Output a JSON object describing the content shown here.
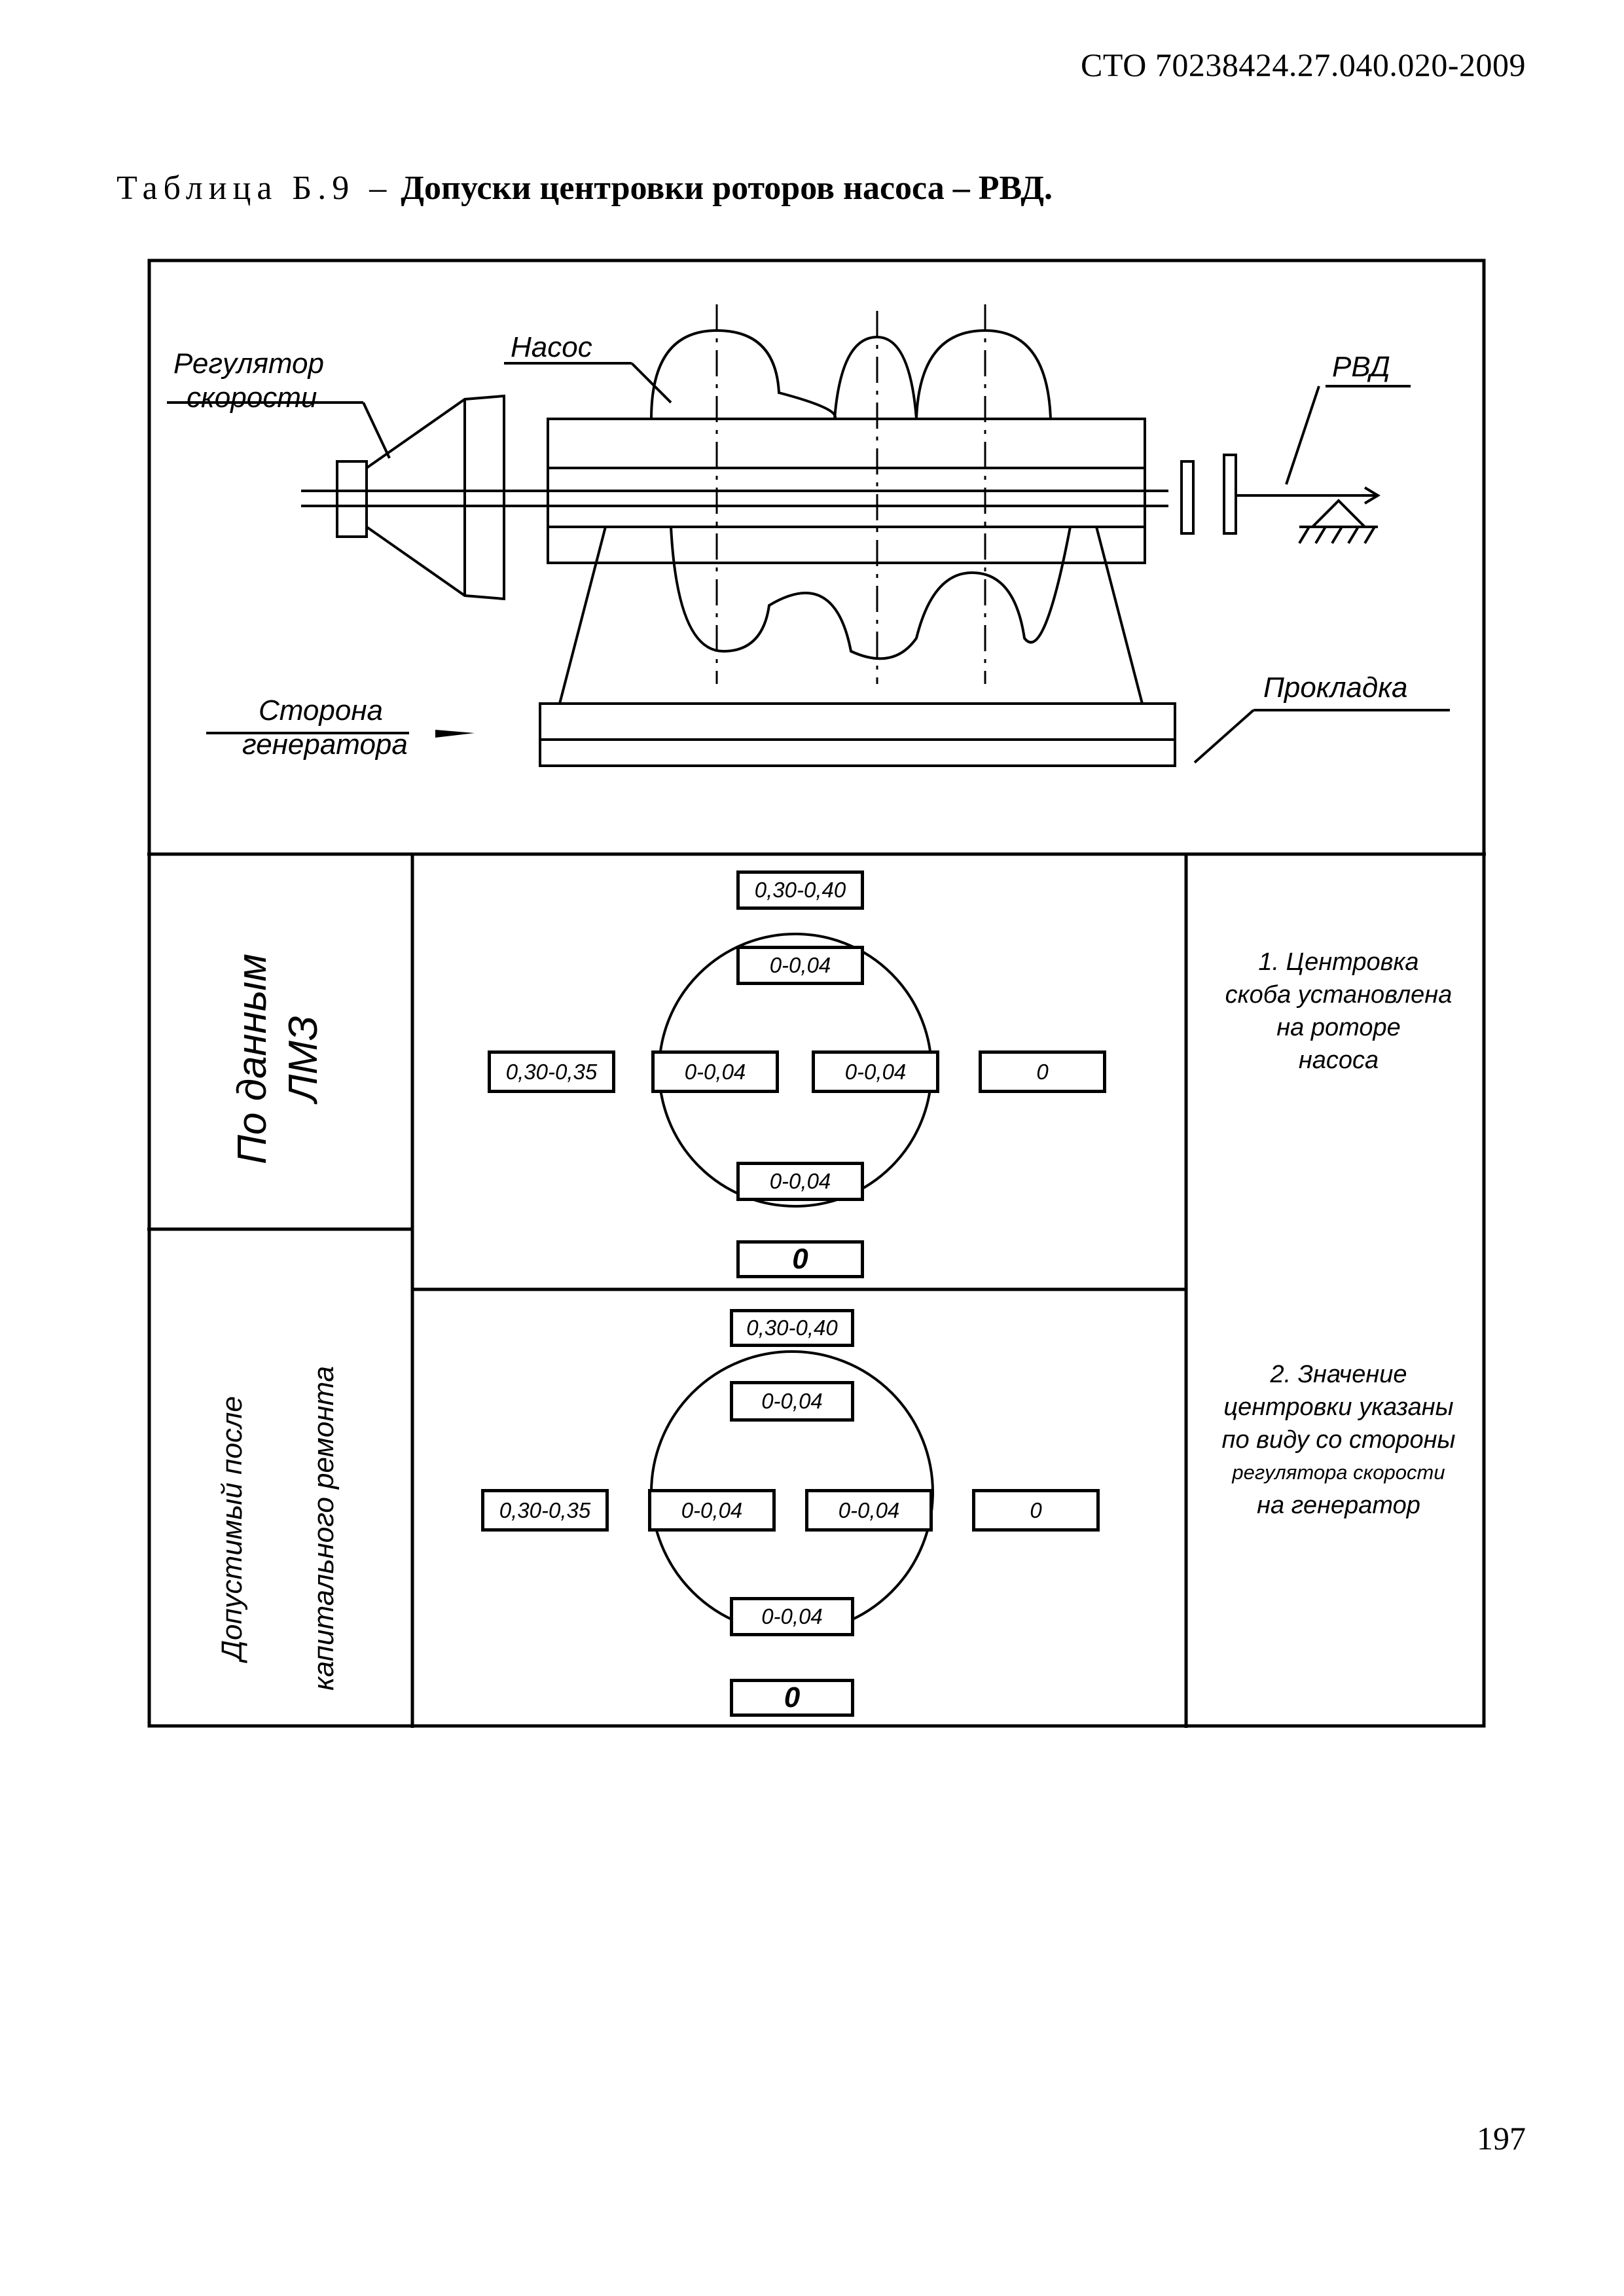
{
  "header": {
    "doc_code": "СТО 70238424.27.040.020-2009"
  },
  "caption": {
    "label": "Таблица Б.9 –",
    "title": "Допуски центровки роторов насоса – РВД."
  },
  "diagram": {
    "regulator_line1": "Регулятор",
    "regulator_line2": "скорости",
    "pump": "Насос",
    "rvd": "РВД",
    "side_line1": "Сторона",
    "side_line2": "генератора",
    "gasket": "Прокладка"
  },
  "rows": [
    {
      "label_lines": [
        "По данным",
        "ЛМЗ"
      ],
      "top_outer": "0,30-0,40",
      "top_inner": "0-0,04",
      "left_outer": "0,30-0,35",
      "left_inner": "0-0,04",
      "right_inner": "0-0,04",
      "right_outer": "0",
      "bottom_inner": "0-0,04",
      "bottom_outer": "0"
    },
    {
      "label_lines": [
        "Допустимый после",
        "капитального ремонта"
      ],
      "top_outer": "0,30-0,40",
      "top_inner": "0-0,04",
      "left_outer": "0,30-0,35",
      "left_inner": "0-0,04",
      "right_inner": "0-0,04",
      "right_outer": "0",
      "bottom_inner": "0-0,04",
      "bottom_outer": "0"
    }
  ],
  "notes": {
    "note1": [
      "1. Центровка",
      "скоба установлена",
      "на роторе",
      "насоса"
    ],
    "note2": [
      "2. Значение",
      "центровки указаны",
      "по виду со стороны",
      "регулятора скорости",
      "на генератор"
    ]
  },
  "footer": {
    "page_number": "197"
  }
}
